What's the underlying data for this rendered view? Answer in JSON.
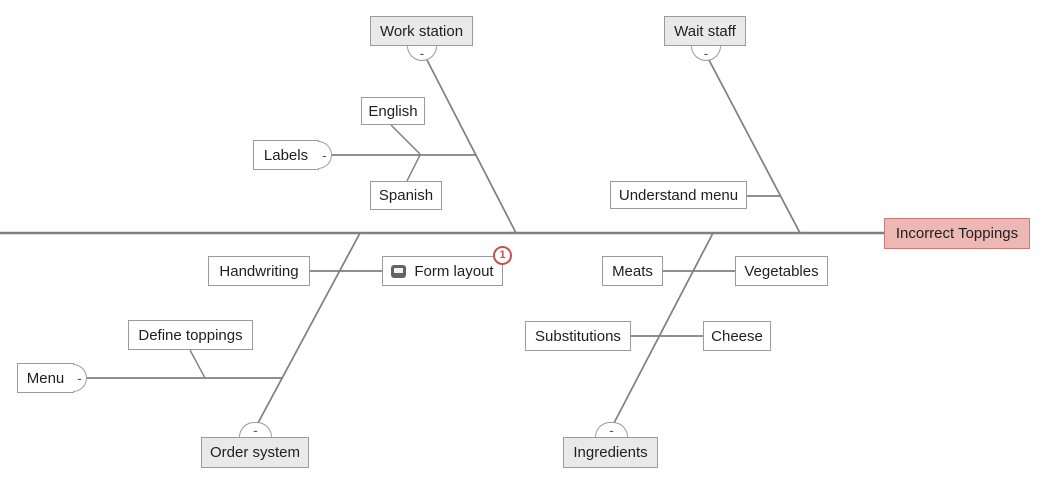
{
  "collapse_glyph": "-",
  "colors": {
    "bone_line": "#7f7f7f",
    "box_border": "#9b9b9b",
    "category_fill": "#e9e9e9",
    "cause_fill": "#ffffff",
    "effect_fill": "#edb7b3",
    "effect_border": "#cb7b75",
    "badge_red": "#c5514c",
    "text": "#1f1f1f"
  },
  "nodes": {
    "effect": {
      "label": "Incorrect Toppings"
    },
    "work_station": {
      "label": "Work station"
    },
    "wait_staff": {
      "label": "Wait staff"
    },
    "order_system": {
      "label": "Order system"
    },
    "ingredients": {
      "label": "Ingredients"
    },
    "labels": {
      "label": "Labels"
    },
    "english": {
      "label": "English"
    },
    "spanish": {
      "label": "Spanish"
    },
    "understand_menu": {
      "label": "Understand menu"
    },
    "handwriting": {
      "label": "Handwriting"
    },
    "form_layout": {
      "label": "Form layout",
      "badge_count": "1"
    },
    "meats": {
      "label": "Meats"
    },
    "vegetables": {
      "label": "Vegetables"
    },
    "substitutions": {
      "label": "Substitutions"
    },
    "cheese": {
      "label": "Cheese"
    },
    "define_toppings": {
      "label": "Define toppings"
    },
    "menu": {
      "label": "Menu"
    }
  }
}
